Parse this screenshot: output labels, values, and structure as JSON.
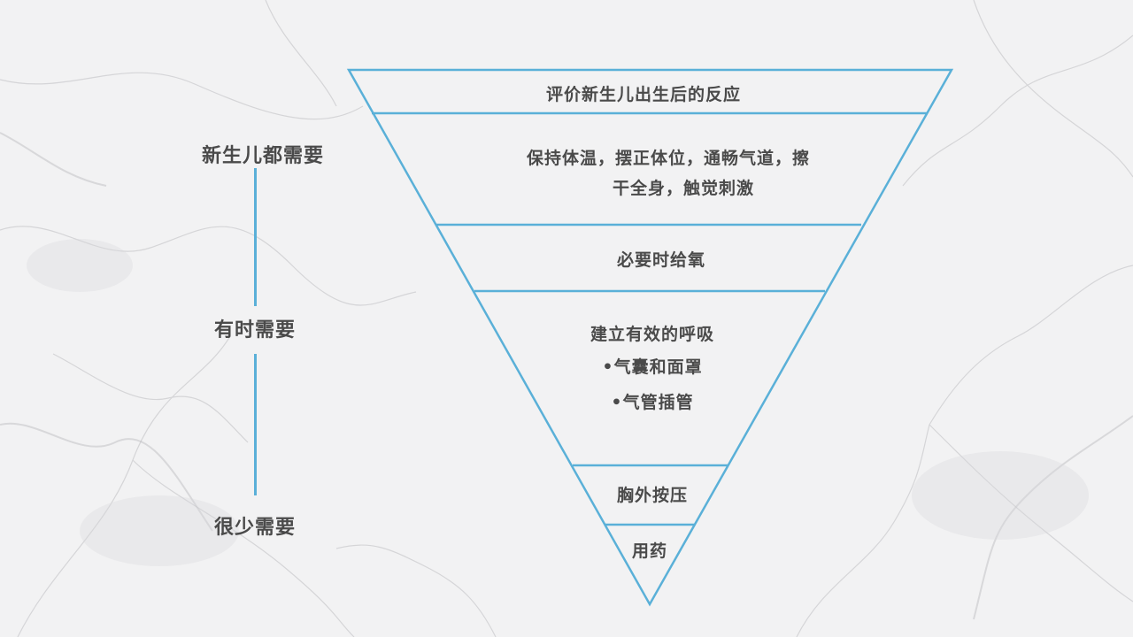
{
  "scale": {
    "always": "新生儿都需要",
    "sometimes": "有时需要",
    "rarely": "很少需要"
  },
  "tiers": [
    {
      "lines": [
        "评价新生儿出生后的反应"
      ]
    },
    {
      "lines": [
        "保持体温，摆正体位，通畅气道，擦",
        "干全身，触觉刺激"
      ]
    },
    {
      "lines": [
        "必要时给氧"
      ]
    },
    {
      "lines": [
        "建立有效的呼吸",
        "•气囊和面罩",
        "•气管插管"
      ]
    },
    {
      "lines": [
        "胸外按压"
      ]
    },
    {
      "lines": [
        "用药"
      ]
    }
  ],
  "colors": {
    "accent": "#5ab0d8",
    "text": "#4a4a4a"
  }
}
